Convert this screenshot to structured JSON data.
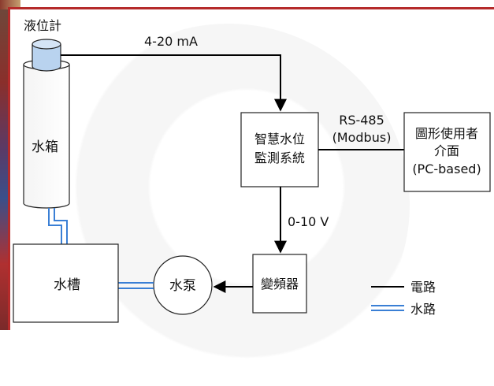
{
  "labels": {
    "sensor": "液位計",
    "tank": "水箱",
    "monitor_line1": "智慧水位",
    "monitor_line2": "監測系統",
    "gui_line1": "圖形使用者",
    "gui_line2": "介面",
    "gui_line3": "(PC-based)",
    "basin": "水槽",
    "pump": "水泵",
    "inverter": "變頻器"
  },
  "signals": {
    "current_loop": "4-20 mA",
    "rs485": "RS-485",
    "modbus": "(Modbus)",
    "voltage": "0-10 V"
  },
  "legend": {
    "electric": "電路",
    "water": "水路"
  },
  "colors": {
    "frame_red": "#b52a2a",
    "water_blue": "#3a7fd5",
    "sensor_cap": "#b9d3ef"
  }
}
